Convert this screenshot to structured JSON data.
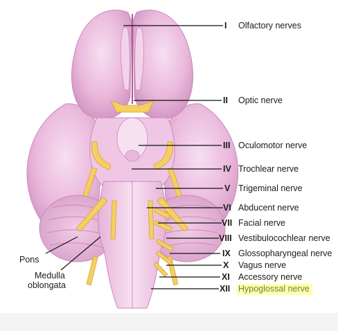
{
  "nerves": [
    {
      "numeral": "I",
      "name": "Olfactory nerves"
    },
    {
      "numeral": "II",
      "name": "Optic nerve"
    },
    {
      "numeral": "III",
      "name": "Oculomotor nerve"
    },
    {
      "numeral": "IV",
      "name": "Trochlear nerve"
    },
    {
      "numeral": "V",
      "name": "Trigeminal nerve"
    },
    {
      "numeral": "VI",
      "name": "Abducent nerve"
    },
    {
      "numeral": "VII",
      "name": "Facial nerve"
    },
    {
      "numeral": "VIII",
      "name": "Vestibulocochlear nerve"
    },
    {
      "numeral": "IX",
      "name": "Glossopharyngeal nerve"
    },
    {
      "numeral": "X",
      "name": "Vagus nerve"
    },
    {
      "numeral": "XI",
      "name": "Accessory nerve"
    },
    {
      "numeral": "XII",
      "name": "Hypoglossal nerve"
    }
  ],
  "side_labels": {
    "pons": "Pons",
    "medulla_line1": "Medulla",
    "medulla_line2": "oblongata"
  },
  "highlighted_nerve": "XII",
  "colors": {
    "brain_fill": "#eab8dc",
    "brain_dark": "#c98abb",
    "brain_light": "#f6dcee",
    "nerve_fill": "#f5cf62",
    "highlight": "#ffffa8",
    "highlight_text": "#6b7f4a"
  }
}
